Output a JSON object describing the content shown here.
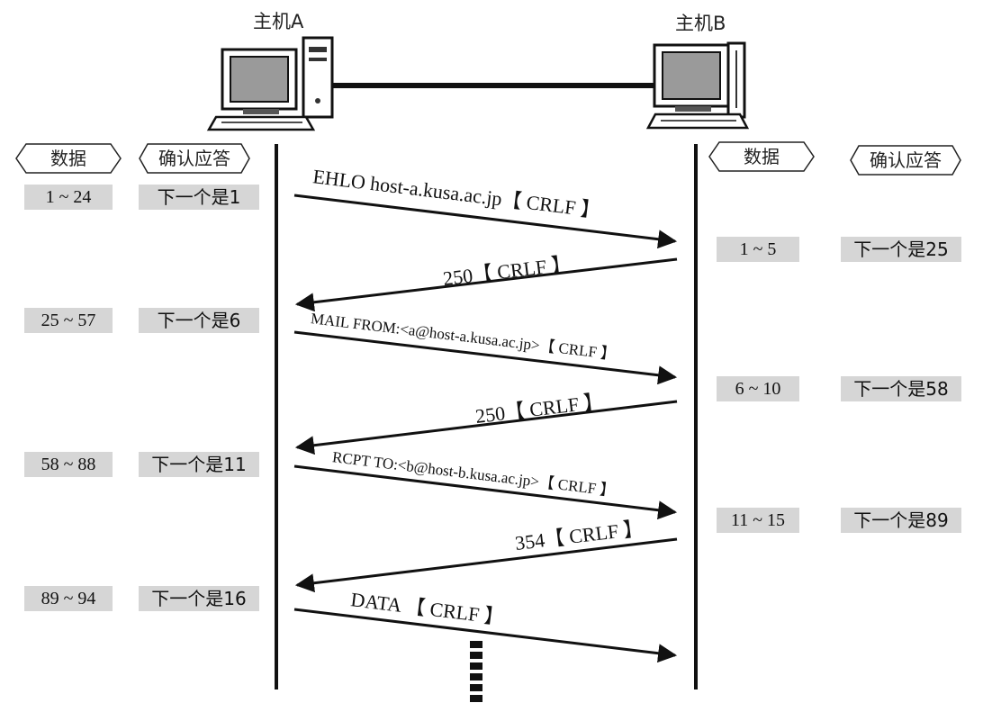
{
  "hosts": {
    "a": {
      "label": "主机A"
    },
    "b": {
      "label": "主机B"
    }
  },
  "headers": {
    "left_data": "数据",
    "left_ack": "确认应答",
    "right_data": "数据",
    "right_ack": "确认应答"
  },
  "left_rows": [
    {
      "data": "1 ~ 24",
      "ack": "下一个是1"
    },
    {
      "data": "25 ~ 57",
      "ack": "下一个是6"
    },
    {
      "data": "58 ~ 88",
      "ack": "下一个是11"
    },
    {
      "data": "89 ~ 94",
      "ack": "下一个是16"
    }
  ],
  "right_rows": [
    {
      "data": "1 ~ 5",
      "ack": "下一个是25"
    },
    {
      "data": "6 ~ 10",
      "ack": "下一个是58"
    },
    {
      "data": "11 ~ 15",
      "ack": "下一个是89"
    }
  ],
  "messages": [
    {
      "text": "EHLO host-a.kusa.ac.jp【 CRLF 】",
      "direction": "A→B"
    },
    {
      "text": "250【 CRLF 】",
      "direction": "B→A"
    },
    {
      "text": "MAIL FROM:<a@host-a.kusa.ac.jp>【 CRLF 】",
      "direction": "A→B"
    },
    {
      "text": "250【 CRLF 】",
      "direction": "B→A"
    },
    {
      "text": "RCPT TO:<b@host-b.kusa.ac.jp>【 CRLF 】",
      "direction": "A→B"
    },
    {
      "text": "354【 CRLF 】",
      "direction": "B→A"
    },
    {
      "text": "DATA 【 CRLF 】",
      "direction": "A→B"
    }
  ]
}
